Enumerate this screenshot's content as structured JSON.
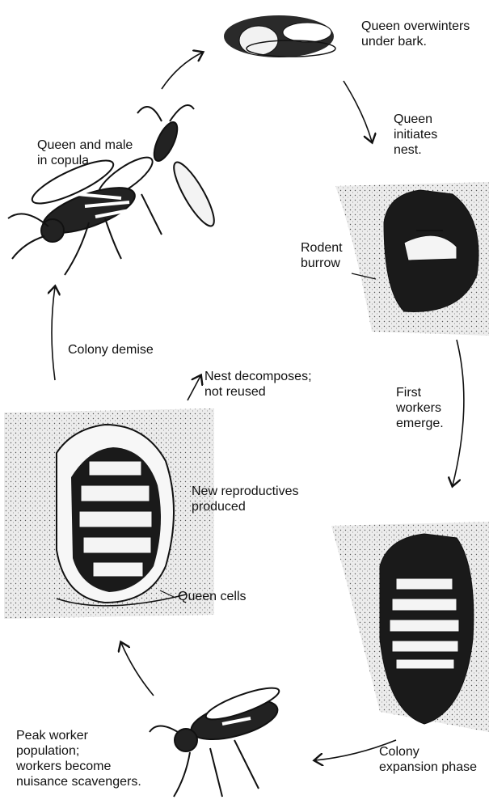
{
  "labels": {
    "queen_overwinters": "Queen overwinters\nunder bark.",
    "queen_initiates": "Queen\ninitiates\nnest.",
    "rodent_burrow": "Rodent\nburrow",
    "first_workers": "First\nworkers\nemerge.",
    "colony_expansion": "Colony\nexpansion phase",
    "peak_worker": "Peak worker\npopulation;\nworkers become\nnuisance scavengers.",
    "new_reproductives": "New reproductives\nproduced",
    "queen_cells": "Queen cells",
    "nest_decomposes": "Nest decomposes;\nnot reused",
    "colony_demise": "Colony demise",
    "queen_male": "Queen and male\nin copula"
  },
  "colors": {
    "ink": "#111111",
    "soil": "#dcdcdc",
    "nest_dark": "#1a1a1a",
    "paper": "#f7f7f7"
  }
}
